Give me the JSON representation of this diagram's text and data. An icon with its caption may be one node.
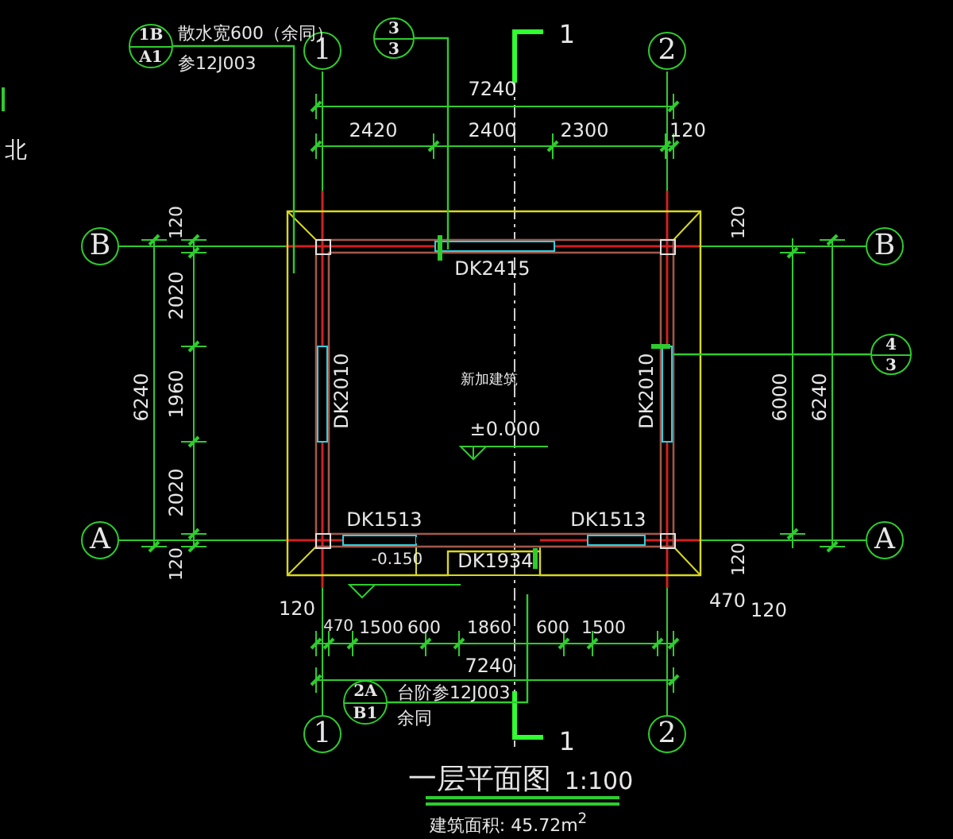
{
  "diagram": {
    "title": "一层平面图",
    "caption": "建筑面积: 45.72m$^{2}$",
    "nodes": [
      {
        "text": [
          "1"
        ]
      },
      {
        "text": [
          "2"
        ]
      },
      {
        "text": [
          "B"
        ]
      },
      {
        "text": [
          "B"
        ]
      },
      {
        "text": [
          "A"
        ]
      },
      {
        "text": [
          "A"
        ]
      },
      {
        "text": [
          "1"
        ]
      },
      {
        "text": [
          "2"
        ]
      },
      {
        "text": [
          "1B",
          "A1"
        ],
        "beside": [
          "散水宽600（余同）",
          "参12J003"
        ]
      },
      {
        "text": [
          "3",
          "3"
        ]
      },
      {
        "text": [
          "4",
          "3"
        ]
      },
      {
        "text": [
          "2A",
          "B1"
        ],
        "beside": [
          "台阶参12J003",
          "余同"
        ]
      }
    ],
    "edges": [
      {
        "from": 8,
        "to": null,
        "arrow": "none"
      },
      {
        "from": 9,
        "to": null,
        "arrow": "none"
      },
      {
        "from": 10,
        "to": null,
        "arrow": "none"
      },
      {
        "from": 11,
        "to": null,
        "arrow": "none"
      }
    ],
    "labels": [
      "北",
      "1",
      "7240",
      "2420",
      "2400",
      "2300",
      "120",
      "120",
      "120",
      "DK2415",
      "2020",
      "6240",
      "1960",
      "DK2010",
      "新加建筑",
      "DK2010",
      "6000",
      "6240",
      "±0.000",
      "2020",
      "DK1513",
      "DK1513",
      "120",
      "DK1934",
      "120",
      "-0.150",
      "120",
      "470",
      "120",
      "470",
      "1500",
      "600",
      "1860",
      "600",
      "1500",
      "7240",
      "1",
      "1:100"
    ]
  }
}
